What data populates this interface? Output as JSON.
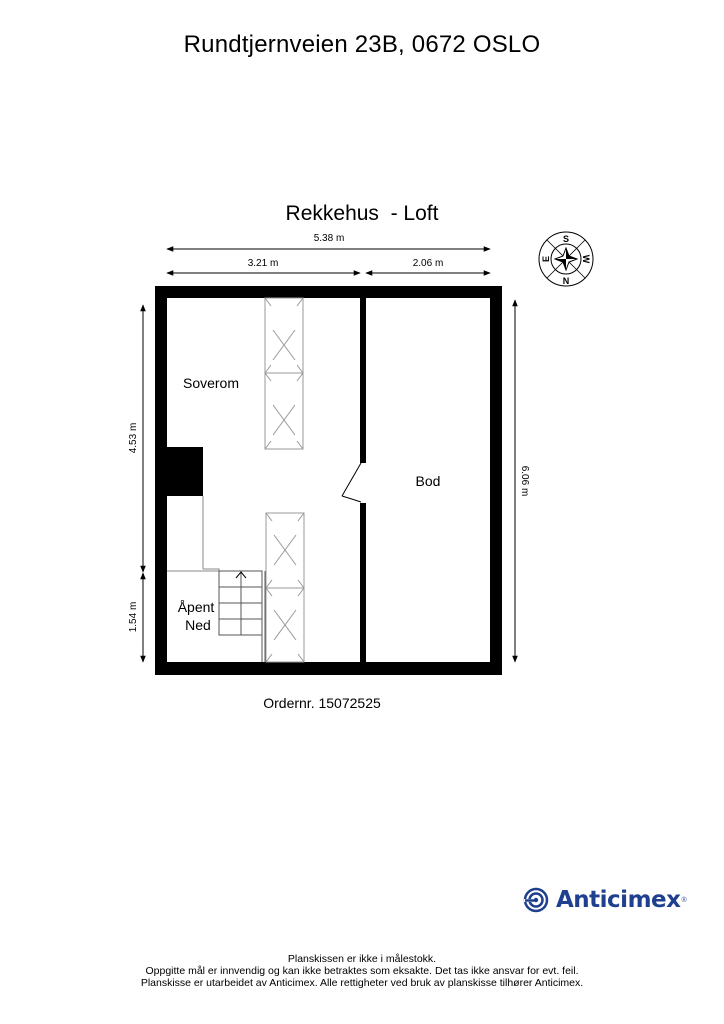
{
  "header": {
    "address": "Rundtjernveien 23B, 0672 OSLO",
    "plan_title": "Rekkehus  - Loft"
  },
  "dimensions": {
    "total_width": "5.38 m",
    "left_width": "3.21 m",
    "right_width": "2.06 m",
    "left_upper_height": "4.53 m",
    "left_lower_height": "1.54 m",
    "right_height": "6.06 m"
  },
  "compass": {
    "icon": "compass-rose-icon",
    "labels": {
      "top": "S",
      "bottom": "N",
      "left": "E",
      "right": "W"
    }
  },
  "rooms": [
    {
      "name": "Soverom"
    },
    {
      "name": "Bod"
    },
    {
      "name": "Åpent",
      "line2": "Ned"
    }
  ],
  "footer": {
    "order_number": "Ordernr. 15072525",
    "brand": "Anticimex",
    "brand_color": "#1f3f8f",
    "disclaimer": [
      "Planskissen er ikke i målestokk.",
      "Oppgitte mål er innvendig og kan ikke betraktes som eksakte. Det tas ikke ansvar for evt. feil.",
      "Planskisse er utarbeidet av Anticimex. Alle rettigheter ved bruk av planskisse tilhører Anticimex."
    ]
  }
}
